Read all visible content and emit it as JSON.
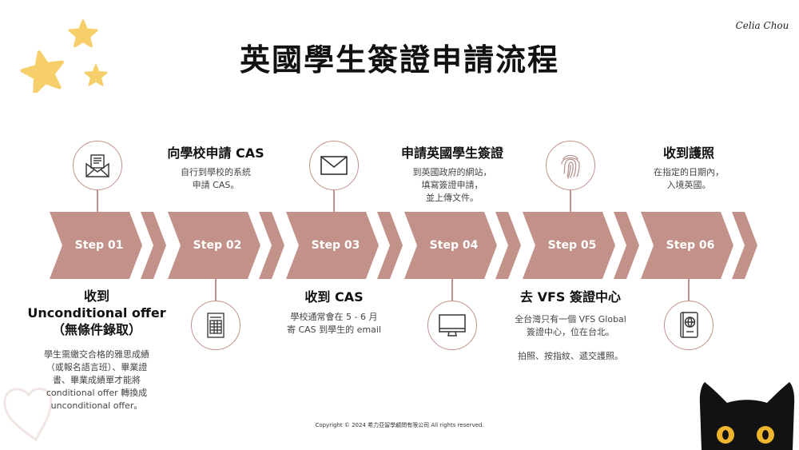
{
  "author": "Celia Chou",
  "title": "英國學生簽證申請流程",
  "steps": [
    {
      "label": "Step 01",
      "heading": [
        "收到",
        "Unconditional offer",
        "（無條件錄取）"
      ],
      "desc": [
        "學生需繳交合格的雅思成績",
        "（或報名語言班）、畢業證",
        "書、畢業成績單才能將",
        "conditional offer 轉換成",
        "unconditional offer。"
      ],
      "icon": "envelope-letter-icon"
    },
    {
      "label": "Step 02",
      "heading": [
        "向學校申請 CAS"
      ],
      "desc": [
        "自行到學校的系統",
        "申請 CAS。"
      ],
      "icon": "document-form-icon"
    },
    {
      "label": "Step 03",
      "heading": [
        "收到 CAS"
      ],
      "desc": [
        "學校通常會在 5 - 6 月",
        "寄 CAS 到學生的 email"
      ],
      "icon": "mail-icon"
    },
    {
      "label": "Step 04",
      "heading": [
        "申請英國學生簽證"
      ],
      "desc": [
        "到英國政府的網站，",
        "填寫簽證申請，",
        "並上傳文件。"
      ],
      "icon": "computer-monitor-icon"
    },
    {
      "label": "Step 05",
      "heading": [
        "去 VFS 簽證中心"
      ],
      "desc": [
        "全台灣只有一個 VFS Global",
        "簽證中心，位在台北。",
        "",
        "拍照、按指紋、遞交護照。"
      ],
      "icon": "fingerprint-icon"
    },
    {
      "label": "Step 06",
      "heading": [
        "收到護照"
      ],
      "desc": [
        "在指定的日期內，",
        "入境英國。"
      ],
      "icon": "passport-icon"
    }
  ],
  "copyright": "Copyright © 2024 希力亞留學顧問有限公司 All rights reserved.",
  "colors": {
    "accent": "#c29189",
    "star": "#f6cf6b",
    "text": "#111111",
    "cat": "#121212",
    "cat_eyes": "#f1b52d"
  }
}
